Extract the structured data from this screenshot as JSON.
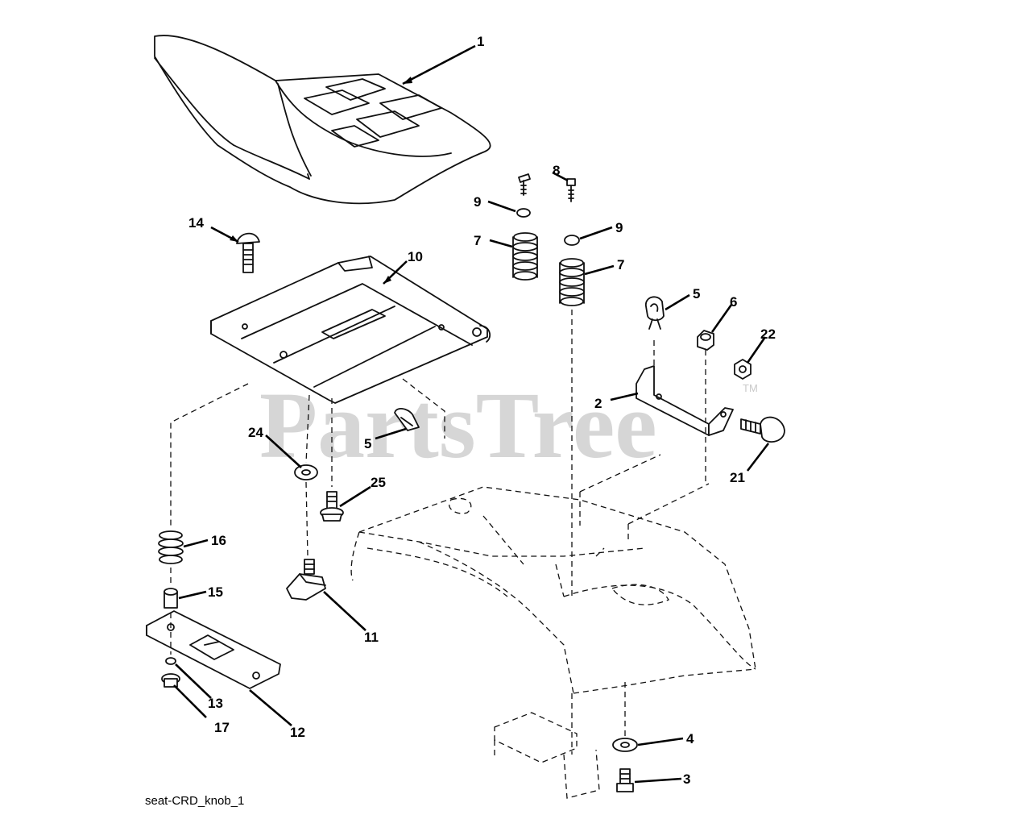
{
  "watermark": {
    "text": "PartsTree",
    "trademark": "TM"
  },
  "caption": "seat-CRD_knob_1",
  "callouts": {
    "c1": "1",
    "c2": "2",
    "c3": "3",
    "c4": "4",
    "c5a": "5",
    "c5b": "5",
    "c6": "6",
    "c7a": "7",
    "c7b": "7",
    "c8": "8",
    "c9a": "9",
    "c9b": "9",
    "c10": "10",
    "c11": "11",
    "c12": "12",
    "c13": "13",
    "c14": "14",
    "c15": "15",
    "c16": "16",
    "c17": "17",
    "c21": "21",
    "c22": "22",
    "c24": "24",
    "c25": "25"
  }
}
